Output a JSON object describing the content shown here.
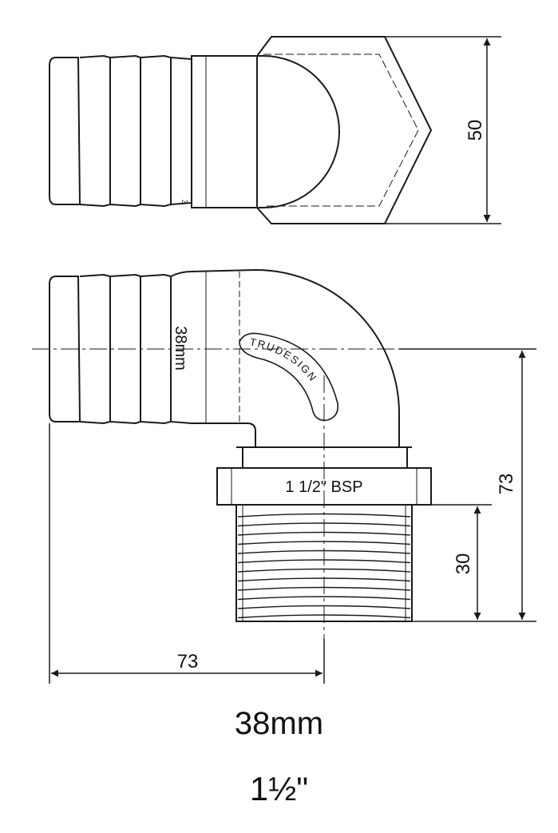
{
  "dimensions": {
    "top_height": "50",
    "right_height": "73",
    "thread_length": "30",
    "bottom_width": "73"
  },
  "labels": {
    "hose_size": "38mm",
    "thread_spec": "1 1/2\" BSP",
    "brand": "TRUDESIGN",
    "top_mark": "3"
  },
  "captions": {
    "size": "38mm",
    "thread": "1½\""
  },
  "colors": {
    "line": "#1a1a1a",
    "background": "#ffffff"
  }
}
